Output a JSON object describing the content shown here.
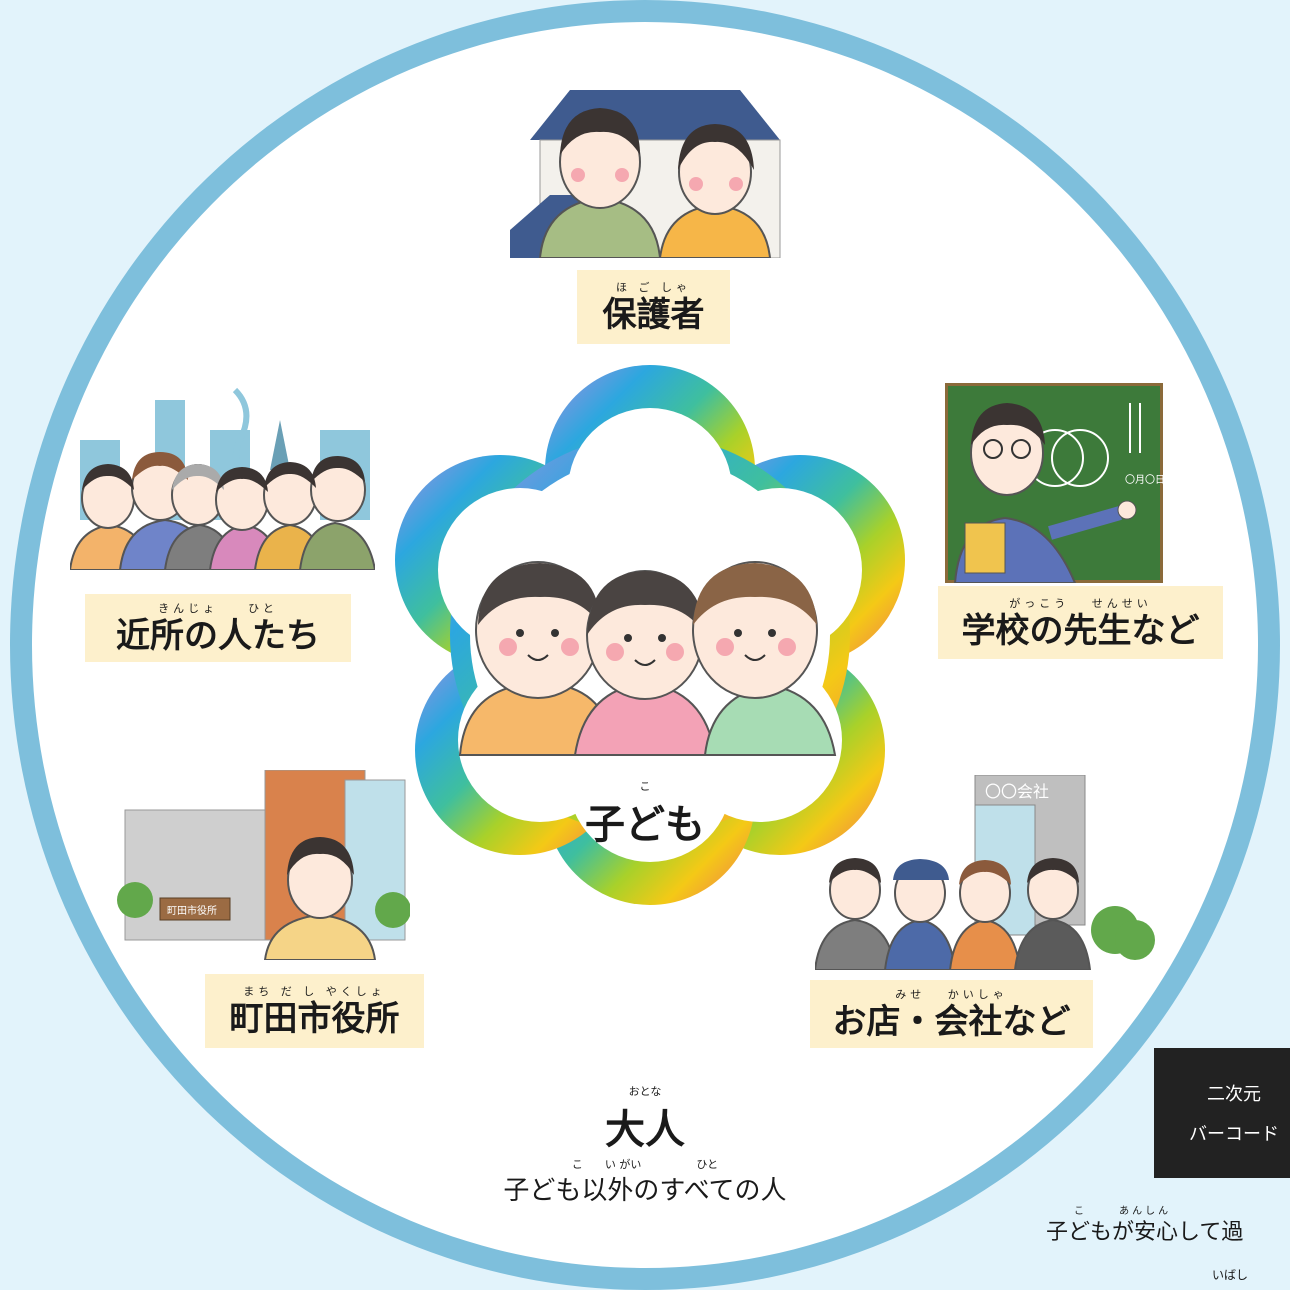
{
  "center": {
    "label": "子ども",
    "ruby": "こ"
  },
  "groups": [
    {
      "label": "保護者",
      "ruby": "ほ ご しゃ"
    },
    {
      "label": "近所の人たち",
      "ruby": "きんじょ　　ひと"
    },
    {
      "label": "学校の先生など",
      "ruby": "がっこう　 せんせい",
      "board_text": "〇月〇日"
    },
    {
      "label": "町田市役所",
      "ruby": "まち だ し やくしょ",
      "sign_text": "町田市役所"
    },
    {
      "label": "お店・会社など",
      "ruby": "みせ　 かいしゃ",
      "building_text": "〇〇会社"
    }
  ],
  "adults": {
    "label": "大人",
    "ruby": "おとな",
    "description": "子ども以外のすべての人",
    "description_ruby": "こ　　い がい　　　　　ひと"
  },
  "qr": {
    "line1": "二次元",
    "line2": "バーコード"
  },
  "footer": {
    "caption": "子どもが安心して過",
    "ruby": "こ　　 あんしん",
    "ruby_next": "いばし"
  },
  "colors": {
    "background": "#e2f3fb",
    "ring": "#7ebfdc",
    "label_bg": "#fdf0cc"
  }
}
